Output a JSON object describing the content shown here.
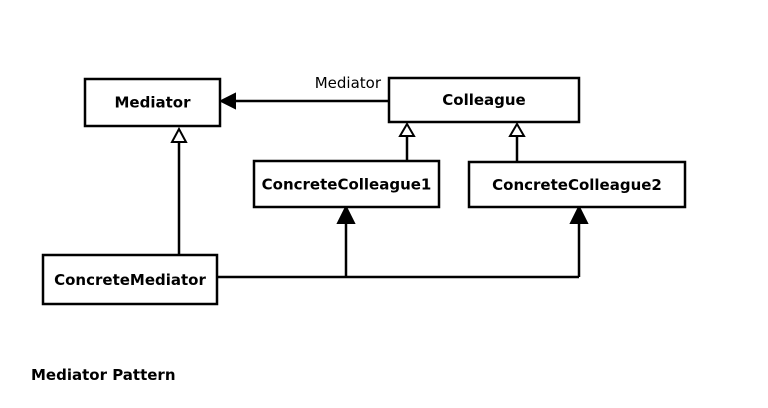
{
  "diagram": {
    "classes": {
      "mediator": "Mediator",
      "colleague": "Colleague",
      "concrete_colleague1": "ConcreteColleague1",
      "concrete_colleague2": "ConcreteColleague2",
      "concrete_mediator": "ConcreteMediator"
    },
    "association_label": "Mediator",
    "relationships": [
      {
        "from": "Colleague",
        "to": "Mediator",
        "kind": "association",
        "label": "Mediator"
      },
      {
        "from": "ConcreteMediator",
        "to": "Mediator",
        "kind": "inheritance"
      },
      {
        "from": "ConcreteColleague1",
        "to": "Colleague",
        "kind": "inheritance"
      },
      {
        "from": "ConcreteColleague2",
        "to": "Colleague",
        "kind": "inheritance"
      },
      {
        "from": "ConcreteMediator",
        "to": "ConcreteColleague1",
        "kind": "association"
      },
      {
        "from": "ConcreteMediator",
        "to": "ConcreteColleague2",
        "kind": "association"
      }
    ]
  },
  "caption": "Mediator Pattern",
  "colors": {
    "line": "#000000",
    "box_fill": "#ffffff",
    "background": "#ffffff"
  }
}
